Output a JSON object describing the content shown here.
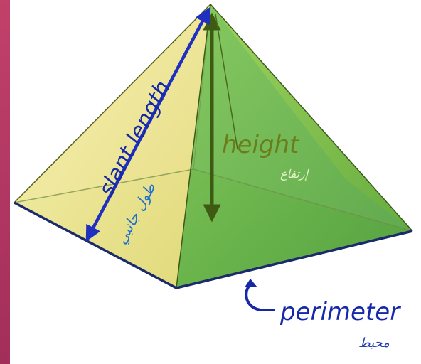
{
  "labels": {
    "slant_length": "slant length",
    "slant_length_ar": "طول جانبي",
    "height": "height",
    "height_ar": "إرتفاع",
    "perimeter": "perimeter",
    "perimeter_ar": "محيط"
  },
  "colors": {
    "left_face": "#f0e79a",
    "front_face": "#6ab84a",
    "right_face": "#8cc63f",
    "base": "#a9d47a",
    "edge": "#1b2a6b",
    "slant_arrow": "#1f2fbf",
    "height_arrow": "#3f5a12",
    "text_blue": "#1428a8",
    "text_green": "#6b7d1a",
    "frame": "#b2365f"
  }
}
